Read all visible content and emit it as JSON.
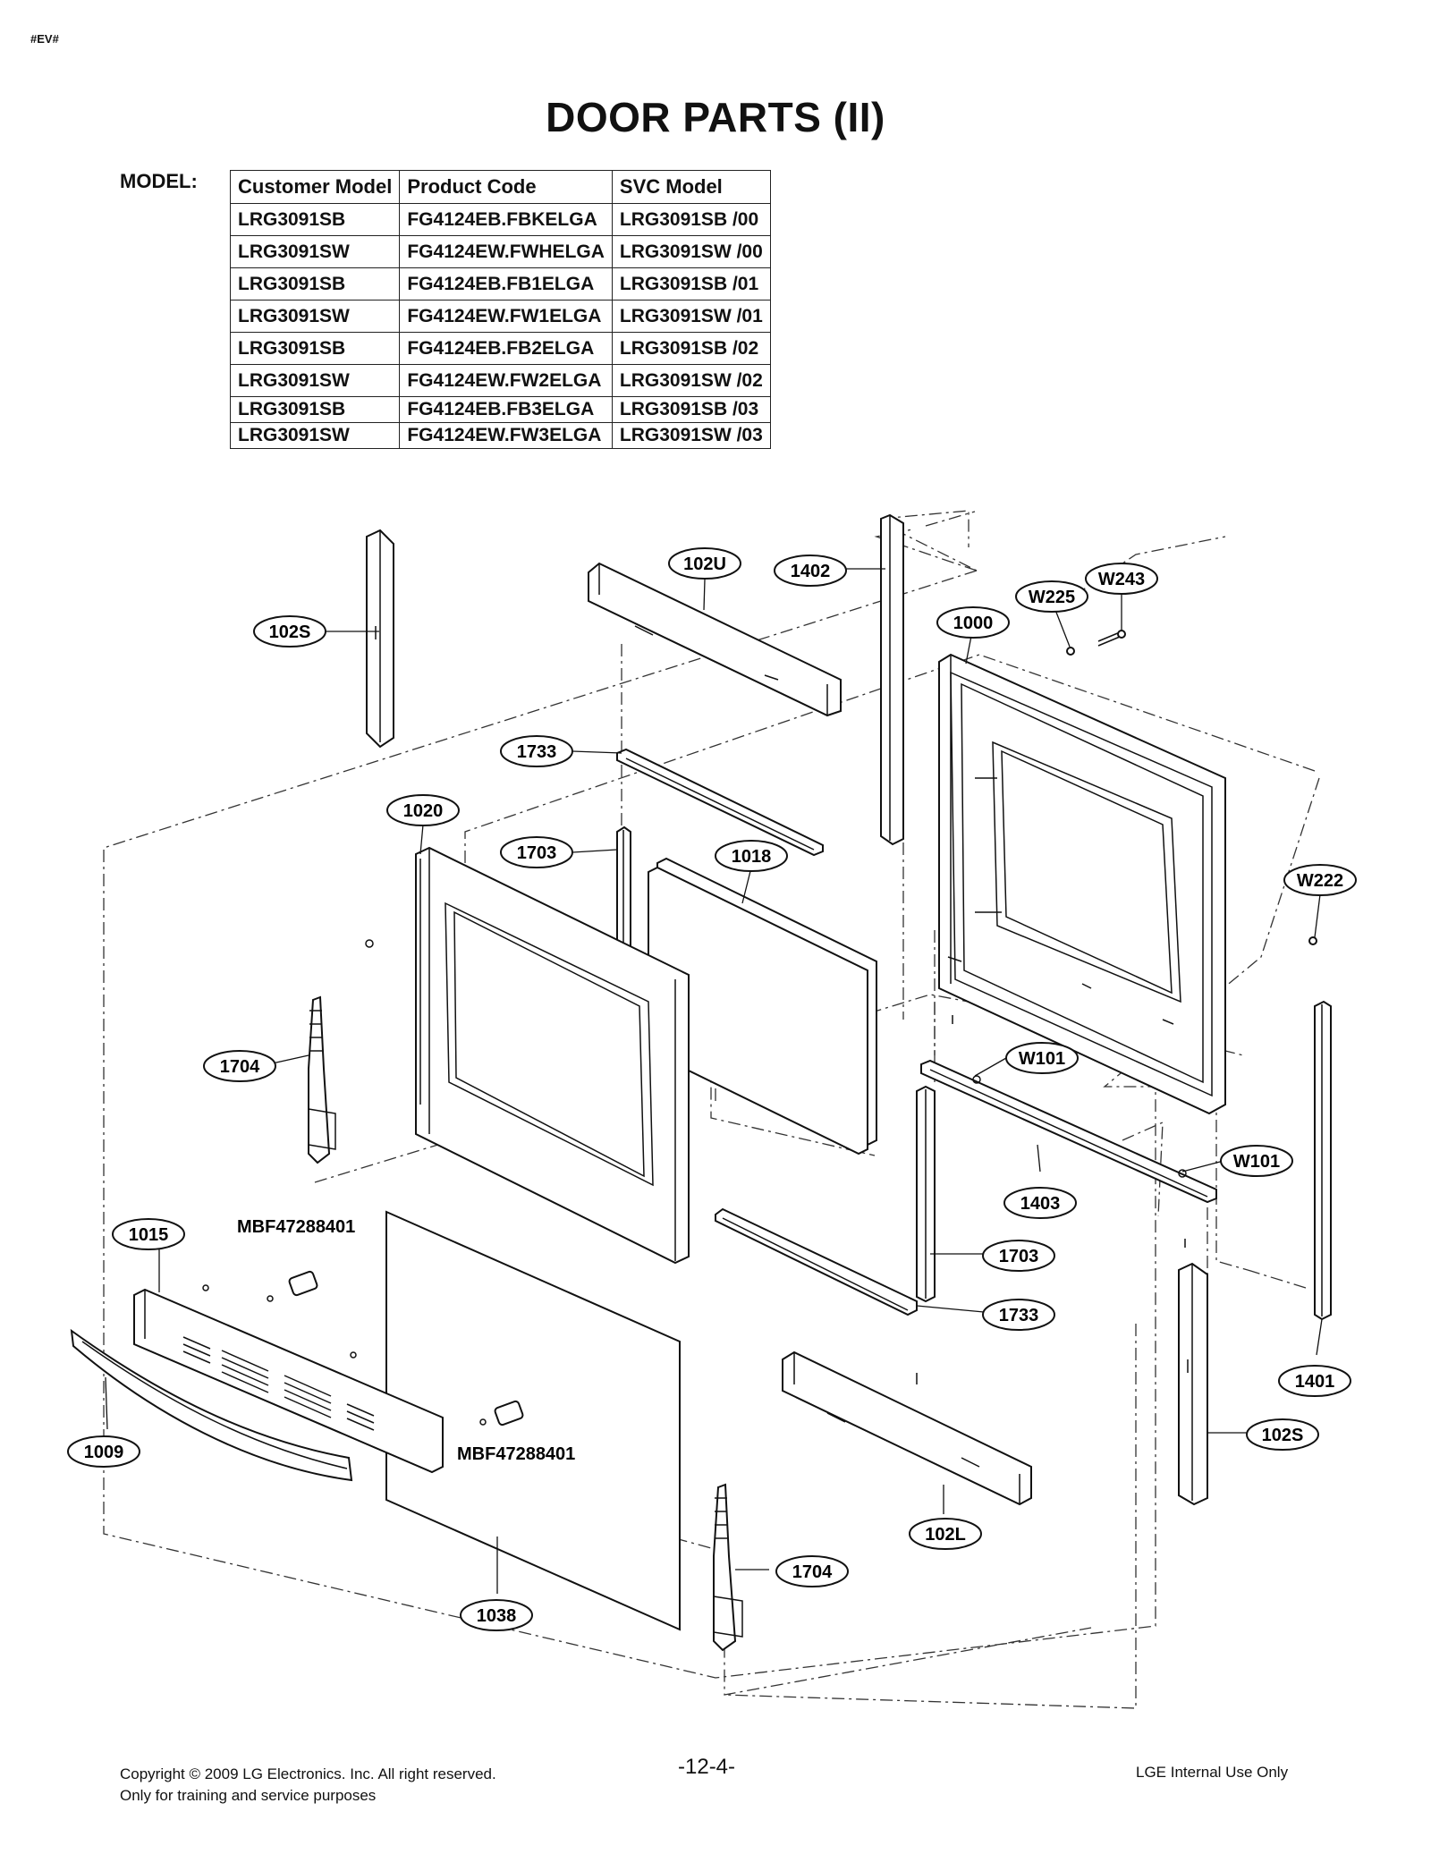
{
  "doc_tag": "#EV#",
  "title": "DOOR PARTS (II)",
  "model_label": "MODEL:",
  "model_table": {
    "headers": [
      "Customer Model",
      "Product Code",
      "SVC Model"
    ],
    "rows": [
      [
        "LRG3091SB",
        "FG4124EB.FBKELGA",
        "LRG3091SB /00"
      ],
      [
        "LRG3091SW",
        "FG4124EW.FWHELGA",
        "LRG3091SW /00"
      ],
      [
        "LRG3091SB",
        "FG4124EB.FB1ELGA",
        "LRG3091SB /01"
      ],
      [
        "LRG3091SW",
        "FG4124EW.FW1ELGA",
        "LRG3091SW /01"
      ],
      [
        "LRG3091SB",
        "FG4124EB.FB2ELGA",
        "LRG3091SB /02"
      ],
      [
        "LRG3091SW",
        "FG4124EW.FW2ELGA",
        "LRG3091SW /02"
      ],
      [
        "LRG3091SB",
        "FG4124EB.FB3ELGA",
        "LRG3091SB /03"
      ],
      [
        "LRG3091SW",
        "FG4124EW.FW3ELGA",
        "LRG3091SW /03"
      ]
    ]
  },
  "callouts": {
    "c102s_top": "102S",
    "c102u": "102U",
    "c1402": "1402",
    "cw243": "W243",
    "cw225": "W225",
    "c1000": "1000",
    "c1733_top": "1733",
    "c1020": "1020",
    "c1703_top": "1703",
    "c1018": "1018",
    "cw222": "W222",
    "c1704_left": "1704",
    "cw101_top": "W101",
    "cw101_right": "W101",
    "c1403": "1403",
    "c1015": "1015",
    "c1703_bottom": "1703",
    "c1733_bottom": "1733",
    "c1401": "1401",
    "c1009": "1009",
    "c102s_bottom": "102S",
    "c102l": "102L",
    "c1704_bottom": "1704",
    "c1038": "1038"
  },
  "part_labels": {
    "mbf_top": "MBF47288401",
    "mbf_bottom": "MBF47288401"
  },
  "footer": {
    "copyright": "Copyright © 2009 LG Electronics. Inc. All right reserved.",
    "purpose": "Only for training and service purposes",
    "page_number": "-12-4-",
    "internal": "LGE Internal Use Only"
  }
}
